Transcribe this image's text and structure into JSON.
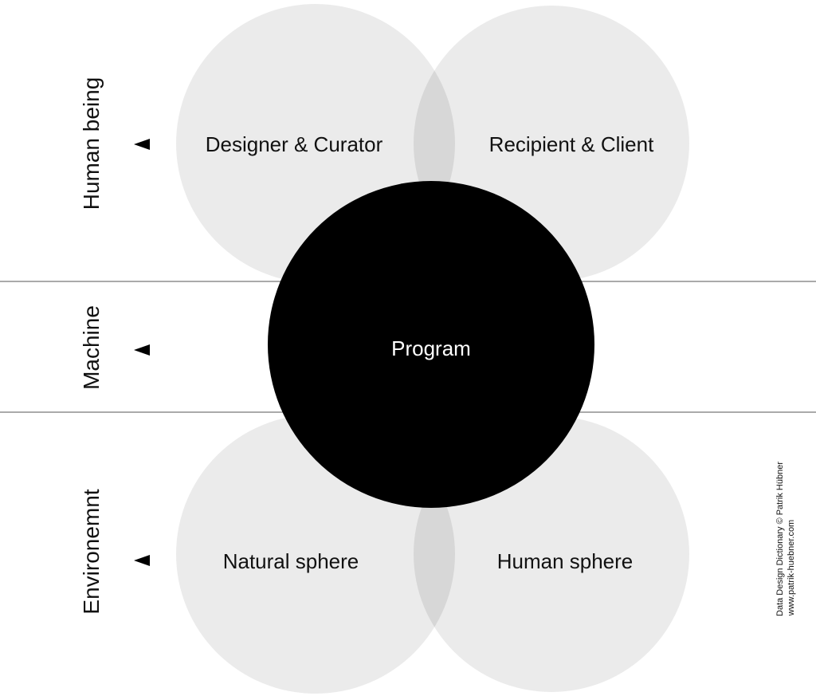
{
  "rows": [
    {
      "label": "Human being"
    },
    {
      "label": "Machine"
    },
    {
      "label": "Environemnt"
    }
  ],
  "circles": {
    "designer": "Designer & Curator",
    "recipient": "Recipient & Client",
    "program": "Program",
    "natural": "Natural sphere",
    "human": "Human sphere"
  },
  "credit": {
    "line1": "Data Design Dictionary © Patrik Hübner",
    "line2": "www.patrik-huebner.com"
  },
  "colors": {
    "outer_circle": "#ebebeb",
    "overlap": "#d7d7d7",
    "program_circle": "#000000",
    "divider": "#555555",
    "arrow": "#000000"
  },
  "icons": [
    "arrow-left-icon"
  ]
}
